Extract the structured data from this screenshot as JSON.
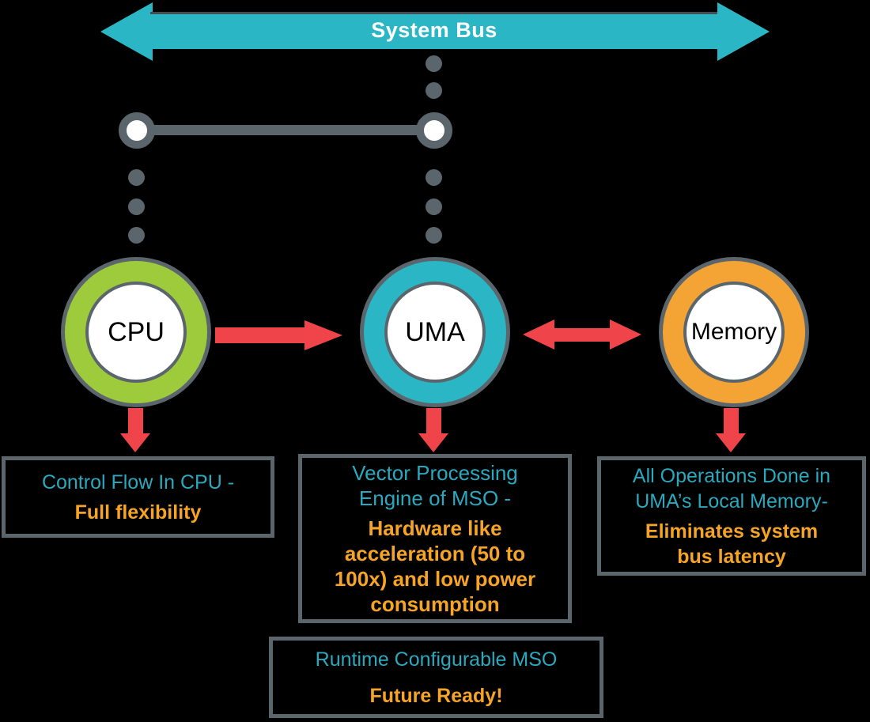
{
  "colors": {
    "teal": "#2BB6C5",
    "teal_text": "#2AA9BE",
    "orange_ring": "#F4A434",
    "orange_text": "#F6A426",
    "green_ring": "#9DCB3C",
    "red": "#EF4449",
    "gray": "#5B666C",
    "background": "#000000",
    "node_fill": "#FFFFFF"
  },
  "bus": {
    "label": "System Bus"
  },
  "nodes": [
    {
      "id": "cpu",
      "label": "CPU",
      "ring_color": "#9DCB3C"
    },
    {
      "id": "uma",
      "label": "UMA",
      "ring_color": "#2BB6C5"
    },
    {
      "id": "memory",
      "label": "Memory",
      "ring_color": "#F4A434"
    }
  ],
  "boxes": [
    {
      "id": "cpu-note",
      "teal_lines": [
        "Control Flow In CPU -"
      ],
      "orange_lines": [
        "Full flexibility"
      ]
    },
    {
      "id": "uma-note",
      "teal_lines": [
        "Vector Processing",
        "Engine of MSO -"
      ],
      "orange_lines": [
        "Hardware like",
        "acceleration (50 to",
        "100x) and low power",
        "consumption"
      ]
    },
    {
      "id": "memory-note",
      "teal_lines": [
        "All Operations Done in",
        "UMA’s Local Memory-"
      ],
      "orange_lines": [
        "Eliminates system",
        "bus latency"
      ]
    },
    {
      "id": "footer-note",
      "teal_lines": [
        "Runtime Configurable MSO"
      ],
      "orange_lines": [
        "Future Ready!"
      ]
    }
  ]
}
